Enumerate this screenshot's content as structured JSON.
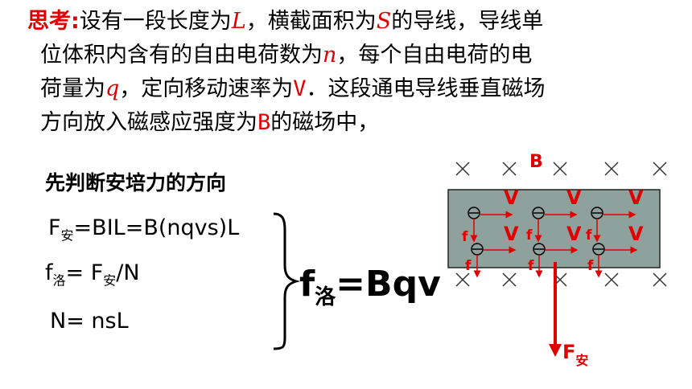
{
  "question": {
    "label": "思考:",
    "l1_a": "设有一段长度为",
    "L": "L",
    "l1_b": "，横截面积为",
    "S": "S",
    "l1_c": "的导线，导线单",
    "l2_a": "位体积内含有的自由电荷数为",
    "n": "n",
    "l2_b": "，每个自由电荷的电",
    "l3_a": "荷量为",
    "q": "q",
    "l3_b": "，定向移动速率为",
    "V": "V",
    "l3_c": "．这段通电导线垂直磁场",
    "l4_a": "方向放入磁感应强度为",
    "B": "B",
    "l4_b": "的磁场中，"
  },
  "subheading": "先判断安培力的方向",
  "formulas": {
    "f1_a": "F",
    "f1_sub": "安",
    "f1_b": "=BIL=B(nqvs)L",
    "f2_a": "f",
    "f2_sub": "洛",
    "f2_b": "= F",
    "f2_sub2": "安",
    "f2_c": "/N",
    "f3": "N= nsL"
  },
  "result": {
    "a": "f",
    "sub": "洛",
    "b": "=Bqv"
  },
  "diagram": {
    "field_label": "B",
    "velocity_label": "V",
    "lorentz_label": "f",
    "ampere_label": "F",
    "ampere_sub": "安",
    "colors": {
      "wire": "#8fa19c",
      "red": "#e00000",
      "cross": "#333333"
    }
  }
}
